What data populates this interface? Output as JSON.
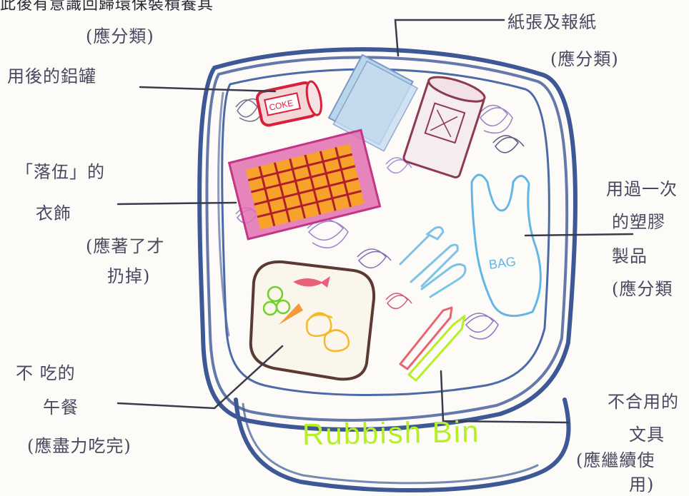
{
  "top_caption": "此後有意識回歸環保裝積養其",
  "bin_label": "Rubbish Bin",
  "items": {
    "cans": {
      "line1": "(應分類)",
      "line2": "用後的鋁罐"
    },
    "paper": {
      "line1": "紙張及報紙",
      "line2": "(應分類)"
    },
    "clothes": {
      "line1": "「落伍」的",
      "line2": "衣飾",
      "line3": "(應著了才",
      "line4": "扔掉)"
    },
    "plastic": {
      "line1": "用過一次",
      "line2": "的塑膠",
      "line3": "製品",
      "line4": "(應分類"
    },
    "lunch": {
      "line1": "不   吃的",
      "line2": "午餐",
      "line3": "(應盡力吃完)"
    },
    "stationery": {
      "line1": "不合用的",
      "line2": "文具",
      "line3": "(應繼續使",
      "line4": "用)"
    }
  },
  "drawing_text": {
    "coke": "COKE",
    "bag": "BAG"
  },
  "colors": {
    "bin": "#3d5895",
    "bin_label": "#b7ef25",
    "coke": "#d8203a",
    "bag": "#62b6e3",
    "ink": "#4a4860"
  }
}
